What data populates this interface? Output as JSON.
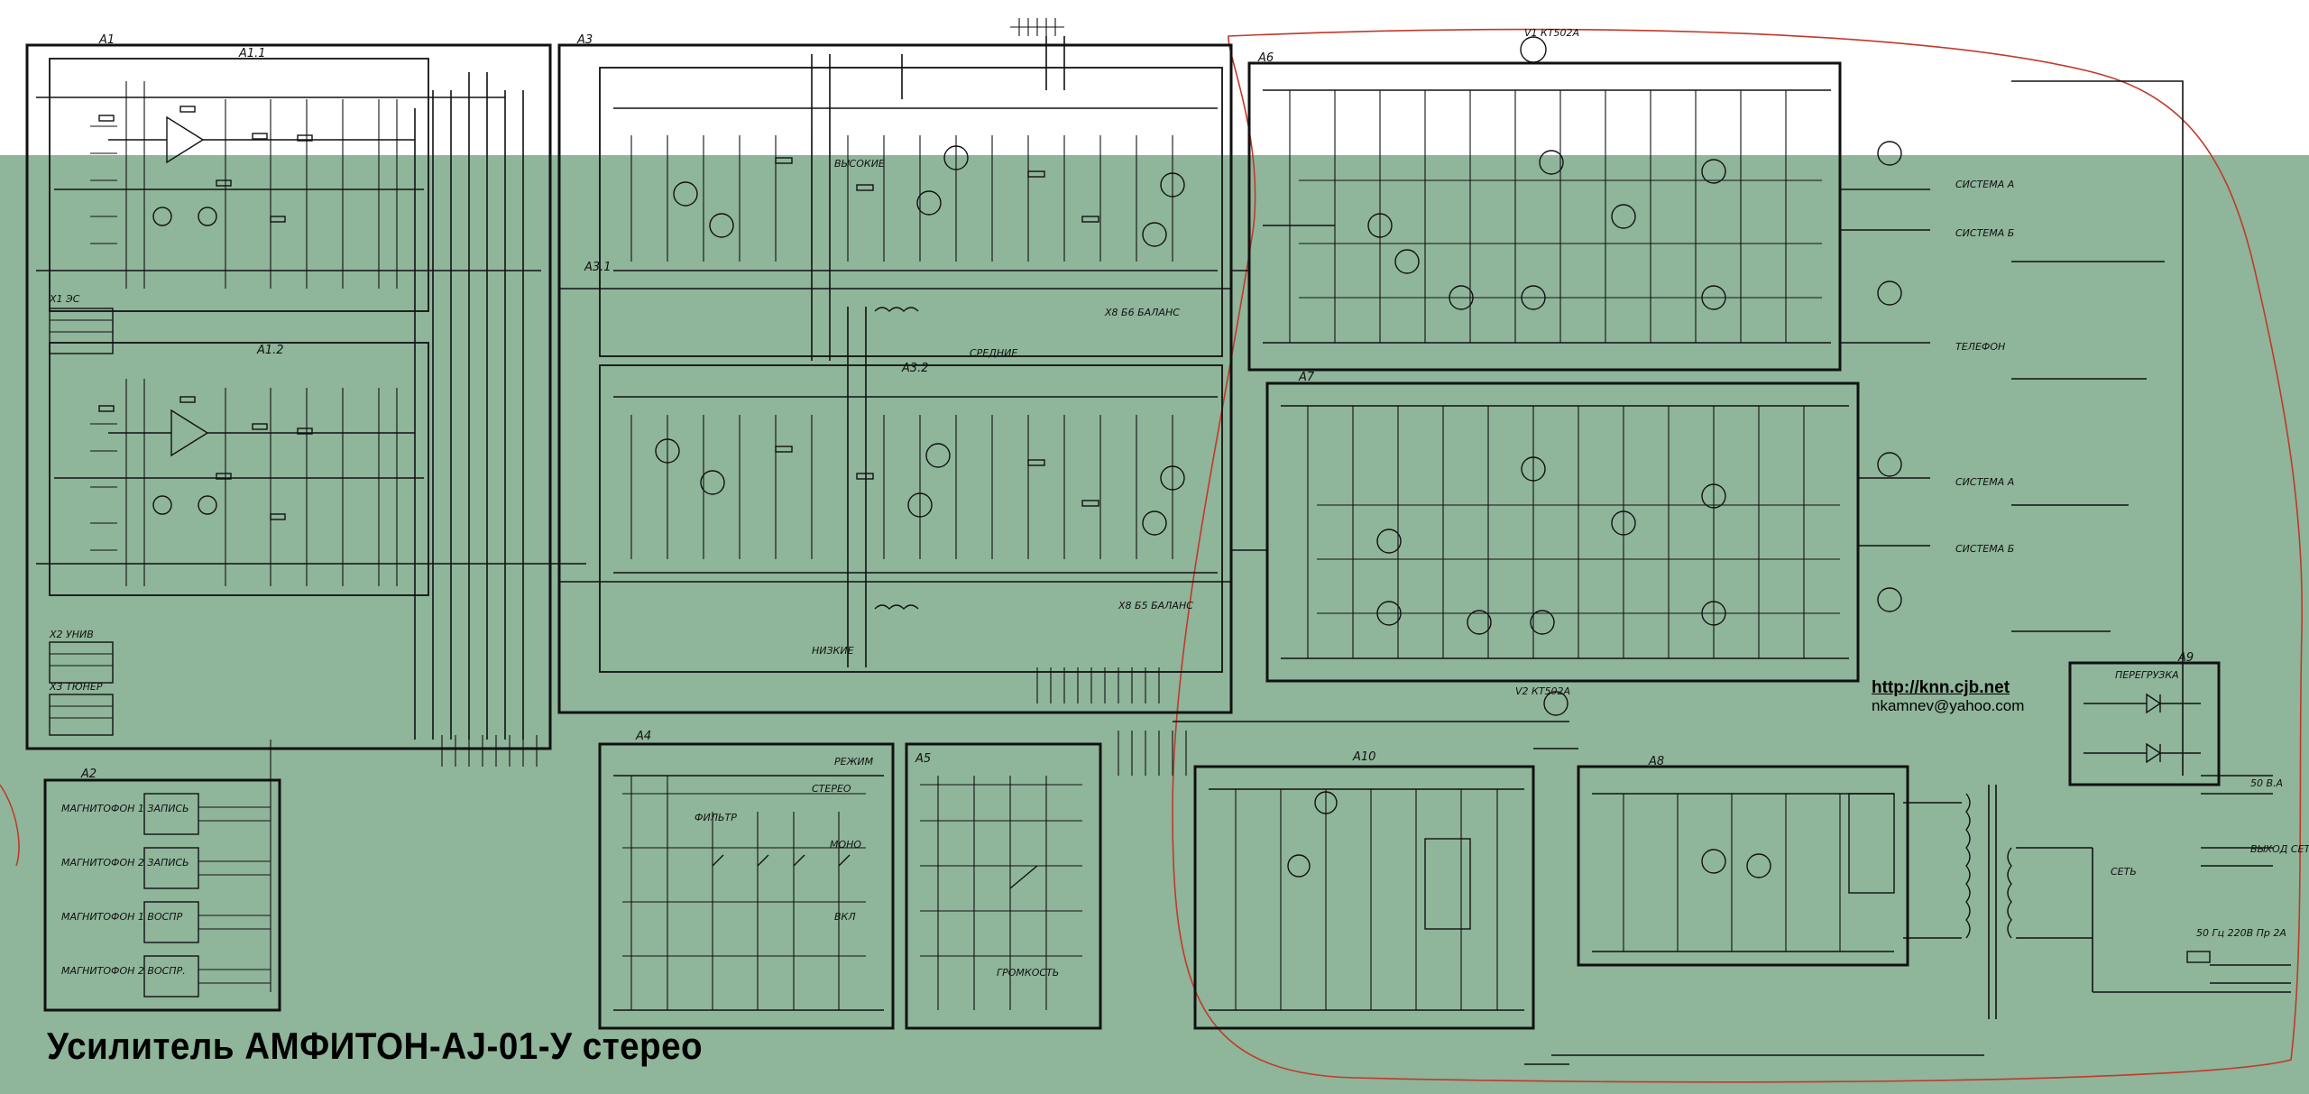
{
  "title": "Усилитель АМФИТОН-AJ-01-У стерео",
  "contact": {
    "url": "http://knn.cjb.net",
    "email": "nkamnev@yahoo.com"
  },
  "colors": {
    "background_lower": "#8fb59a",
    "background_upper": "#ffffff",
    "ink": "#111111",
    "outline": "#c0392b"
  },
  "blocks": {
    "a1": "A1",
    "a1_1": "A1.1",
    "a1_2": "A1.2",
    "a2": "A2",
    "a3": "A3",
    "a3_1": "A3.1",
    "a3_2": "A3.2",
    "a4": "A4",
    "a5": "A5",
    "a6": "A6",
    "a7": "A7",
    "a8": "A8",
    "a9": "A9",
    "a10": "A10"
  },
  "labels": {
    "high": "ВЫСОКИЕ",
    "mid": "СРЕДНИЕ",
    "low": "НИЗКИЕ",
    "balance1": "Х8 Б6 БАЛАНС",
    "balance2": "Х8 Б5 БАЛАНС",
    "overload": "ПЕРЕГРУЗКА",
    "mode": "РЕЖИМ",
    "filter": "ФИЛЬТР",
    "stereo": "СТЕРЕО",
    "mono": "МОНО",
    "on": "ВКЛ",
    "loudness": "ГРОМКОСТЬ",
    "network": "СЕТЬ",
    "system_a1": "СИСТЕМА А",
    "system_b1": "СИСТЕМА Б",
    "phones": "ТЕЛЕФОН",
    "system_a2": "СИСТЕМА А",
    "system_b2": "СИСТЕМА Б",
    "x1": "Х1 ЭС",
    "x2_univ": "Х2 УНИВ",
    "x3_tuner": "Х3 ТЮНЕР",
    "mag1_rec": "МАГНИТОФОН 1 ЗАПИСЬ",
    "mag2_rec": "МАГНИТОФОН 2 ЗАПИСЬ",
    "mag1_play": "МАГНИТОФОН 1 ВОСПР",
    "mag2_play": "МАГНИТОФОН 2 ВОСПР.",
    "power": "50 Гц 220В Пр 2А",
    "v1_top": "V1 КТ502А",
    "v2_mid": "V2 КТ502А",
    "out_x13": "50 В.А",
    "out_x14": "ВЫХОД СЕТЬ"
  }
}
